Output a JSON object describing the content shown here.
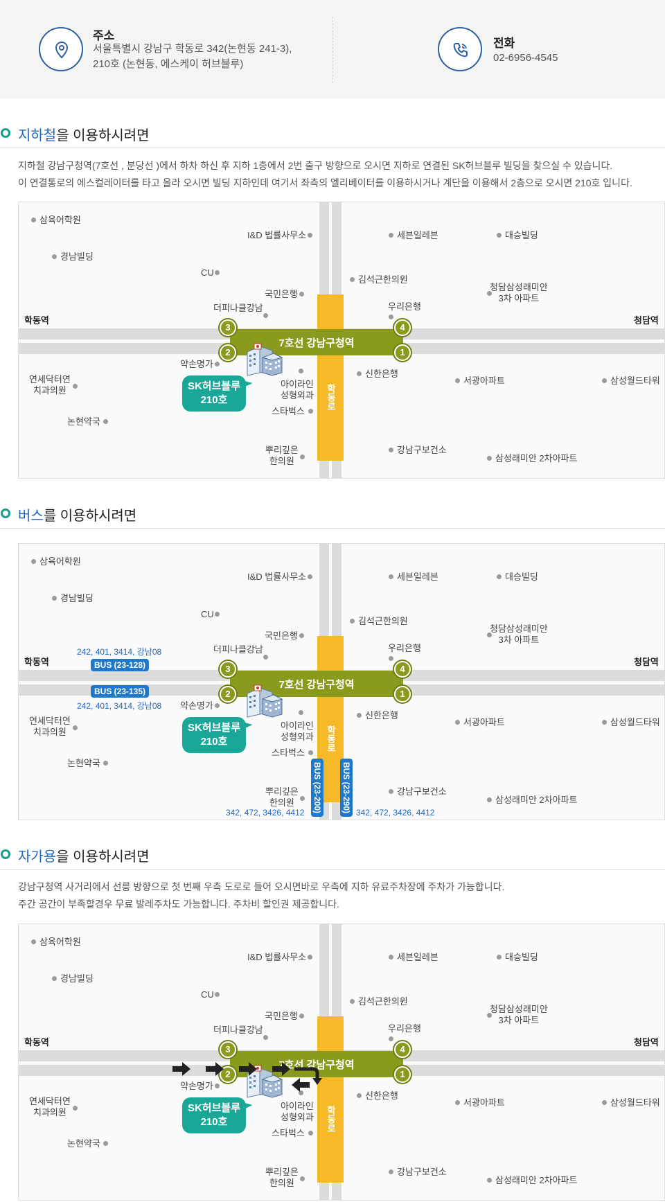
{
  "contact": {
    "address_title": "주소",
    "address_line1": "서울특별시 강남구 학동로 342(논현동 241-3),",
    "address_line2": "210호 (논현동, 에스케이 허브블루)",
    "phone_title": "전화",
    "phone_number": "02-6956-4545",
    "address_icon": "location-pin-icon",
    "phone_icon": "phone-icon"
  },
  "colors": {
    "accent": "#1f66c2",
    "teal": "#19a898",
    "line7": "#8a9a1c",
    "road_yellow": "#f6b927",
    "bus": "#1f78c9"
  },
  "sections": {
    "subway": {
      "title_hl": "지하철",
      "title_rest": "을 이용하시려면",
      "desc1": "지하철 강남구청역(7호선 , 분당선 )에서 하차 하신 후 지하 1층에서 2번 출구 방향으로 오시면 지하로 연결된 SK허브블루 빌딩을 찾으실 수 있습니다.",
      "desc2": "이 연결통로의 에스컬레이터를 타고 올라 오시면 빌딩 지하인데 여기서 좌측의 엘리베이터를 이용하시거나 계단을 이용해서 2층으로 오시면 210호 입니다."
    },
    "bus": {
      "title_hl": "버스",
      "title_rest": "를 이용하시려면"
    },
    "car": {
      "title_hl": "자가용",
      "title_rest": "을 이용하시려면",
      "desc1": "강남구청역 사거리에서 선릉 방향으로 첫 번째 우측 도로로 들어 오시면바로 우측에 지하 유료주차장에 주차가 가능합니다.",
      "desc2": "주간 공간이 부족할경우 무료 발레주차도 가능합니다. 주차비 할인권 제공합니다."
    }
  },
  "map": {
    "line_label": "7호선 강남구청역",
    "road_label": "학동로",
    "station_left": "학동역",
    "station_right": "청담역",
    "bubble_line1": "SK허브블루",
    "bubble_line2": "210호",
    "exits": [
      "1",
      "2",
      "3",
      "4"
    ],
    "places": {
      "p1": "삼육어학원",
      "p2": "경남빌딩",
      "p3": "I&D 법률사무소",
      "p4": "CU",
      "p5": "국민은행",
      "p6": "더피나클강남",
      "p7": "세븐일레븐",
      "p8": "대승빌딩",
      "p9": "김석근한의원",
      "p10a": "청담삼성래미안",
      "p10b": "3차 아파트",
      "p11": "우리은행",
      "p12": "약손명가",
      "p13a": "연세닥터연",
      "p13b": "치과의원",
      "p14": "논현약국",
      "p15a": "아이라인",
      "p15b": "성형외과",
      "p16": "스타벅스",
      "p17": "신한은행",
      "p18": "서광아파트",
      "p19": "삼성월드타워",
      "p20": "강남구보건소",
      "p21": "삼성래미안 2차아파트",
      "p22a": "뿌리깊은",
      "p22b": "한의원"
    }
  },
  "bus": {
    "badge_top": "BUS (23-128)",
    "badge_bottom": "BUS (23-135)",
    "routes_top": "242, 401, 3414, 강남08",
    "routes_bottom": "242, 401, 3414, 강남08",
    "badge_v_left": "BUS (23-200)",
    "badge_v_right": "BUS (23-290)",
    "routes_v_left": "342, 472, 3426, 4412",
    "routes_v_right": "342, 472, 3426, 4412"
  }
}
